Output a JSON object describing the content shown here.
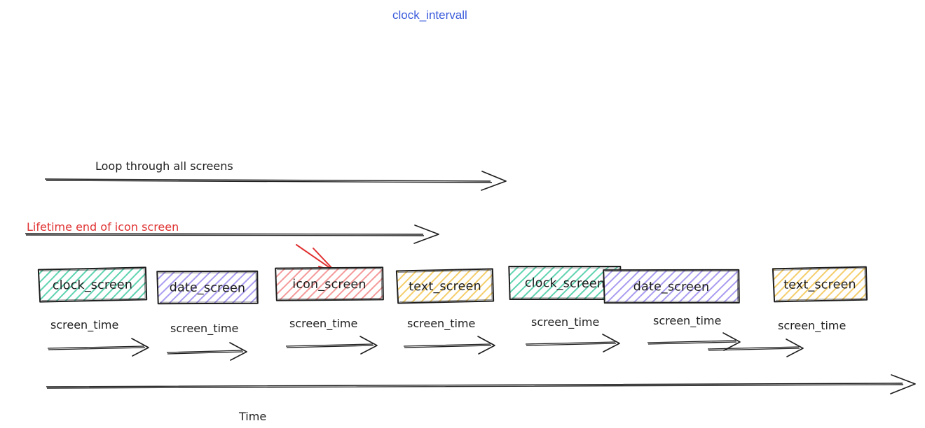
{
  "title": {
    "text": "clock_intervall",
    "color": "#3b5bdb"
  },
  "annotations": {
    "loop_label": "Loop through all screens",
    "lifetime_label": "Lifetime end of icon screen",
    "lifetime_color": "#e03131",
    "time_axis_label": "Time"
  },
  "screens": [
    {
      "label": "clock_screen",
      "color": "#0ca678",
      "fill": "#96f2d7"
    },
    {
      "label": "date_screen",
      "color": "#7048e8",
      "fill": "#bac8ff"
    },
    {
      "label": "icon_screen",
      "color": "#e03131",
      "fill": "#ffc9c9"
    },
    {
      "label": "text_screen",
      "color": "#f08c00",
      "fill": "#ffec99"
    },
    {
      "label": "clock_screen",
      "color": "#0ca678",
      "fill": "#96f2d7"
    },
    {
      "label": "date_screen",
      "color": "#7048e8",
      "fill": "#bac8ff"
    },
    {
      "label": "text_screen",
      "color": "#f08c00",
      "fill": "#ffec99"
    }
  ],
  "screen_time_labels": [
    "screen_time",
    "screen_time",
    "screen_time",
    "screen_time",
    "screen_time",
    "screen_time",
    "screen_time"
  ]
}
